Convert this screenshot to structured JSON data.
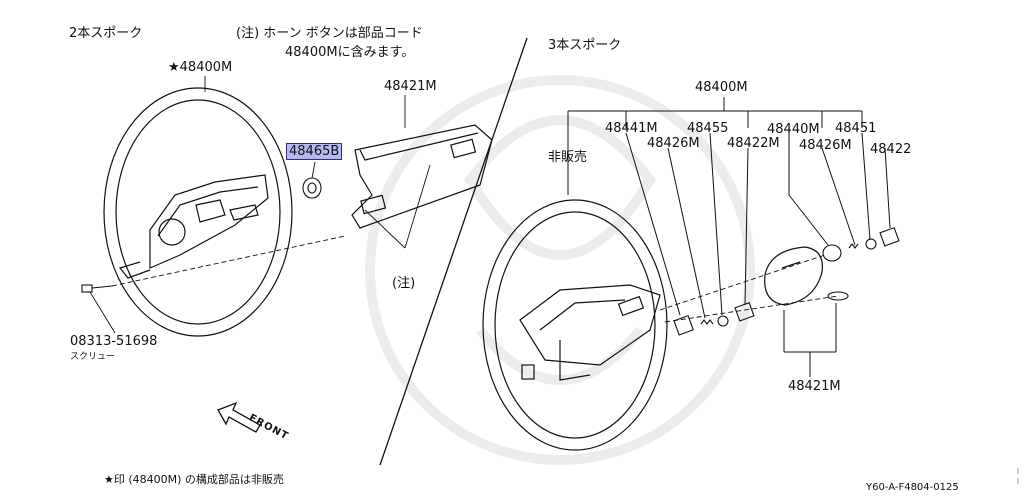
{
  "diagram": {
    "left_section_title": "2本スポーク",
    "note_line1": "(注) ホーン ボタンは部品コード",
    "note_line2": "48400Mに含みます。",
    "right_section_title": "3本スポーク",
    "footnote": "★印 (48400M) の構成部品は非販売",
    "drawing_id": "Y60-A-F4804-0125",
    "front_label": "FRONT",
    "left_parts": {
      "wheel": "★48400M",
      "pad": "48421M",
      "highlighted": "48465B",
      "note_ref": "(注)",
      "screw_code": "08313-51698",
      "screw_name": "スクリュー"
    },
    "right_parts": {
      "top": "48400M",
      "not_sold": "非販売",
      "p48441M": "48441M",
      "p48455": "48455",
      "p48426M_a": "48426M",
      "p48422M": "48422M",
      "p48440M": "48440M",
      "p48451": "48451",
      "p48426M_b": "48426M",
      "p48422": "48422",
      "bottom": "48421M"
    }
  }
}
